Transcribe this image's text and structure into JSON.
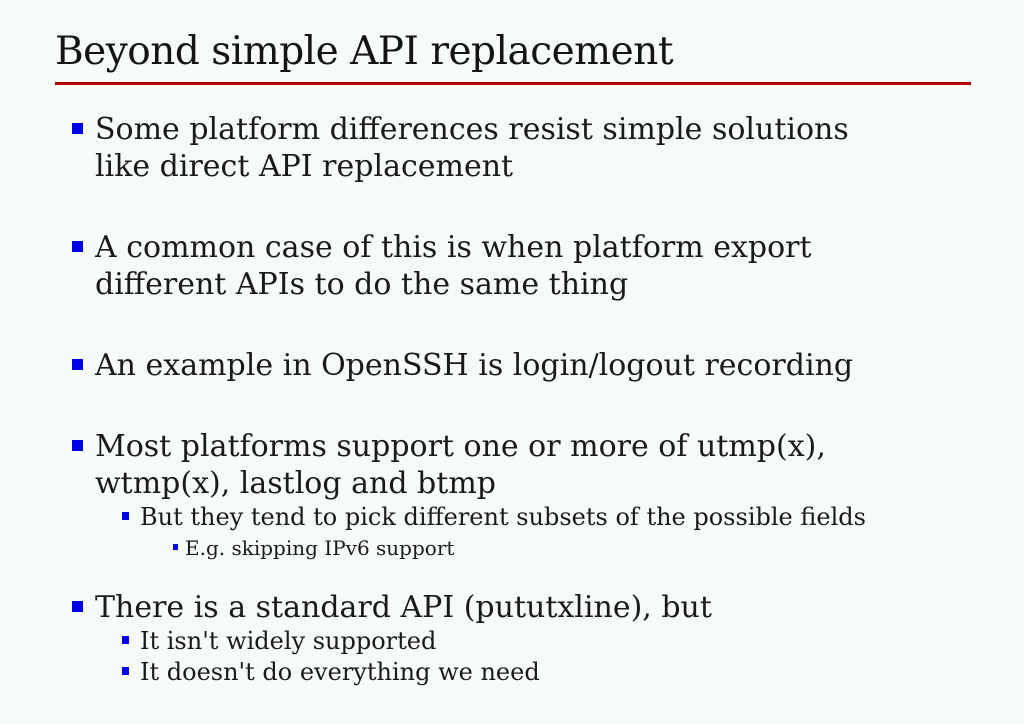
{
  "slide": {
    "title": "Beyond simple API replacement",
    "colors": {
      "background": "#f7fbf7",
      "title_text": "#141414",
      "body_text": "#1a1a1a",
      "title_underline": "#b40404",
      "bullet_marker": "#0000e6"
    }
  },
  "bullets": [
    {
      "level": 1,
      "lines": [
        "Some platform differences resist simple solutions",
        "like direct API replacement"
      ]
    },
    {
      "level": 1,
      "lines": [
        "A common case of this is when platform export",
        "different APIs to do the same thing"
      ]
    },
    {
      "level": 1,
      "lines": [
        "An example in OpenSSH is login/logout recording"
      ]
    },
    {
      "level": 1,
      "lines": [
        "Most platforms support one or more of utmp(x),",
        "wtmp(x), lastlog and btmp"
      ]
    },
    {
      "level": 2,
      "lines": [
        "But they tend to pick different subsets of the possible fields"
      ]
    },
    {
      "level": 3,
      "lines": [
        "E.g. skipping IPv6 support"
      ]
    },
    {
      "level": 1,
      "lines": [
        "There is a standard API (pututxline), but"
      ]
    },
    {
      "level": 2,
      "lines": [
        "It isn't widely supported"
      ]
    },
    {
      "level": 2,
      "lines": [
        "It doesn't do everything we need"
      ]
    }
  ]
}
